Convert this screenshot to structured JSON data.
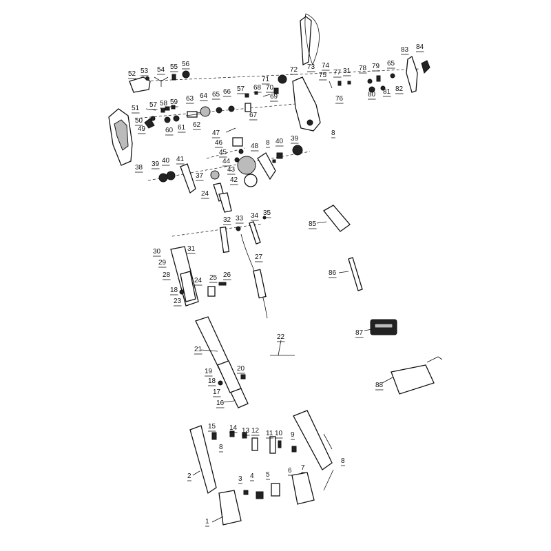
{
  "diagram": {
    "labels": [
      {
        "id": "1",
        "text": "1"
      },
      {
        "id": "2",
        "text": "2"
      },
      {
        "id": "3",
        "text": "3"
      },
      {
        "id": "4",
        "text": "4"
      },
      {
        "id": "5",
        "text": "5"
      },
      {
        "id": "6",
        "text": "6"
      },
      {
        "id": "7",
        "text": "7"
      },
      {
        "id": "8a",
        "text": "8"
      },
      {
        "id": "8b",
        "text": "8"
      },
      {
        "id": "8c",
        "text": "8"
      },
      {
        "id": "8d",
        "text": "8"
      },
      {
        "id": "9",
        "text": "9"
      },
      {
        "id": "10",
        "text": "10"
      },
      {
        "id": "11",
        "text": "11"
      },
      {
        "id": "12",
        "text": "12"
      },
      {
        "id": "13",
        "text": "13"
      },
      {
        "id": "14",
        "text": "14"
      },
      {
        "id": "15",
        "text": "15"
      },
      {
        "id": "16",
        "text": "16"
      },
      {
        "id": "17",
        "text": "17"
      },
      {
        "id": "18a",
        "text": "18"
      },
      {
        "id": "18b",
        "text": "18"
      },
      {
        "id": "19",
        "text": "19"
      },
      {
        "id": "20",
        "text": "20"
      },
      {
        "id": "21",
        "text": "21"
      },
      {
        "id": "22",
        "text": "22"
      },
      {
        "id": "23",
        "text": "23"
      },
      {
        "id": "24a",
        "text": "24"
      },
      {
        "id": "24b",
        "text": "24"
      },
      {
        "id": "25",
        "text": "25"
      },
      {
        "id": "26",
        "text": "26"
      },
      {
        "id": "27",
        "text": "27"
      },
      {
        "id": "28",
        "text": "28"
      },
      {
        "id": "29",
        "text": "29"
      },
      {
        "id": "30",
        "text": "30"
      },
      {
        "id": "31a",
        "text": "31"
      },
      {
        "id": "31b",
        "text": "31"
      },
      {
        "id": "32",
        "text": "32"
      },
      {
        "id": "33",
        "text": "33"
      },
      {
        "id": "34",
        "text": "34"
      },
      {
        "id": "35",
        "text": "35"
      },
      {
        "id": "37",
        "text": "37"
      },
      {
        "id": "38",
        "text": "38"
      },
      {
        "id": "39a",
        "text": "39"
      },
      {
        "id": "39b",
        "text": "39"
      },
      {
        "id": "40a",
        "text": "40"
      },
      {
        "id": "40b",
        "text": "40"
      },
      {
        "id": "41",
        "text": "41"
      },
      {
        "id": "42",
        "text": "42"
      },
      {
        "id": "43",
        "text": "43"
      },
      {
        "id": "44",
        "text": "44"
      },
      {
        "id": "45",
        "text": "45"
      },
      {
        "id": "46",
        "text": "46"
      },
      {
        "id": "47",
        "text": "47"
      },
      {
        "id": "48",
        "text": "48"
      },
      {
        "id": "49",
        "text": "49"
      },
      {
        "id": "50",
        "text": "50"
      },
      {
        "id": "51",
        "text": "51"
      },
      {
        "id": "52",
        "text": "52"
      },
      {
        "id": "53",
        "text": "53"
      },
      {
        "id": "54",
        "text": "54"
      },
      {
        "id": "55",
        "text": "55"
      },
      {
        "id": "56",
        "text": "56"
      },
      {
        "id": "57a",
        "text": "57"
      },
      {
        "id": "57b",
        "text": "57"
      },
      {
        "id": "58",
        "text": "58"
      },
      {
        "id": "59",
        "text": "59"
      },
      {
        "id": "60",
        "text": "60"
      },
      {
        "id": "61",
        "text": "61"
      },
      {
        "id": "62",
        "text": "62"
      },
      {
        "id": "63",
        "text": "63"
      },
      {
        "id": "64",
        "text": "64"
      },
      {
        "id": "65a",
        "text": "65"
      },
      {
        "id": "65b",
        "text": "65"
      },
      {
        "id": "66",
        "text": "66"
      },
      {
        "id": "67",
        "text": "67"
      },
      {
        "id": "68",
        "text": "68"
      },
      {
        "id": "69",
        "text": "69"
      },
      {
        "id": "70",
        "text": "70"
      },
      {
        "id": "71",
        "text": "71"
      },
      {
        "id": "72",
        "text": "72"
      },
      {
        "id": "73",
        "text": "73"
      },
      {
        "id": "74",
        "text": "74"
      },
      {
        "id": "75",
        "text": "75"
      },
      {
        "id": "76",
        "text": "76"
      },
      {
        "id": "77",
        "text": "77"
      },
      {
        "id": "78",
        "text": "78"
      },
      {
        "id": "79",
        "text": "79"
      },
      {
        "id": "80",
        "text": "80"
      },
      {
        "id": "81",
        "text": "81"
      },
      {
        "id": "82",
        "text": "82"
      },
      {
        "id": "83",
        "text": "83"
      },
      {
        "id": "84",
        "text": "84"
      },
      {
        "id": "85",
        "text": "85"
      },
      {
        "id": "86",
        "text": "86"
      },
      {
        "id": "87",
        "text": "87"
      },
      {
        "id": "88",
        "text": "88"
      }
    ]
  }
}
